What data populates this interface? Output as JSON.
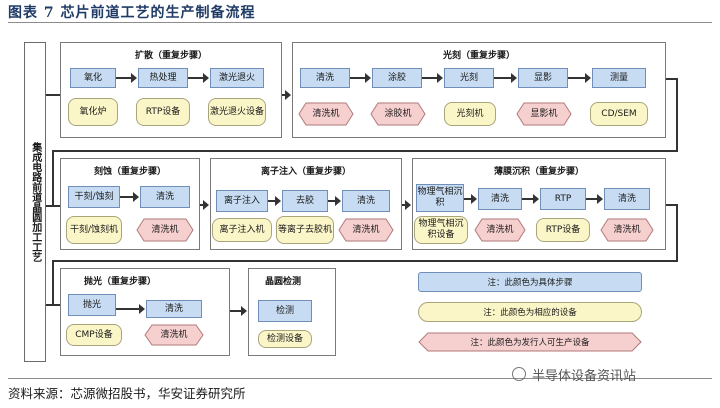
{
  "title": "图表 7  芯片前道工艺的生产制备流程",
  "sidebar_label": "集成电路前道晶圆加工工艺",
  "panels": {
    "diffusion": {
      "title": "扩散（重复步骤）",
      "steps": [
        "氧化",
        "热处理",
        "激光退火"
      ],
      "equipment": [
        "氧化炉",
        "RTP设备",
        "激光退火设备"
      ]
    },
    "litho": {
      "title": "光刻（重复步骤）",
      "steps": [
        "清洗",
        "涂胶",
        "光刻",
        "显影",
        "测量"
      ],
      "tools": [
        "清洗机",
        "涂胶机",
        "光刻机",
        "显影机",
        "CD/SEM"
      ]
    },
    "etch": {
      "title": "刻蚀（重复步骤）",
      "steps": [
        "干刻/蚀刻",
        "清洗"
      ],
      "tools": [
        "干刻/蚀刻机",
        "清洗机"
      ]
    },
    "implant": {
      "title": "离子注入（重复步骤）",
      "steps": [
        "离子注入",
        "去胶",
        "清洗"
      ],
      "tools": [
        "离子注入机",
        "等离子去胶机",
        "清洗机"
      ]
    },
    "deposition": {
      "title": "薄膜沉积（重复步骤）",
      "steps": [
        "物理气相沉积",
        "清洗",
        "RTP",
        "清洗"
      ],
      "tools": [
        "物理气相沉积设备",
        "清洗机",
        "RTP设备",
        "清洗机"
      ]
    },
    "polish": {
      "title": "抛光（重复步骤）",
      "steps": [
        "抛光",
        "清洗"
      ],
      "tools": [
        "CMP设备",
        "清洗机"
      ]
    },
    "inspection": {
      "title": "晶圆检测",
      "steps": [
        "检测"
      ],
      "tools": [
        "检测设备"
      ]
    }
  },
  "legend": {
    "step": "注：此颜色为具体步骤",
    "equipment": "注：此颜色为相应的设备",
    "vendor": "注：此颜色为发行人可生产设备"
  },
  "source": "资料来源：芯源微招股书，华安证券研究所",
  "watermark": "半导体设备资讯站",
  "colors": {
    "step_fill": "#c7dcf2",
    "equipment_fill": "#fbf6c8",
    "vendor_fill": "#f6cfcf",
    "title_color": "#1f3b66"
  }
}
